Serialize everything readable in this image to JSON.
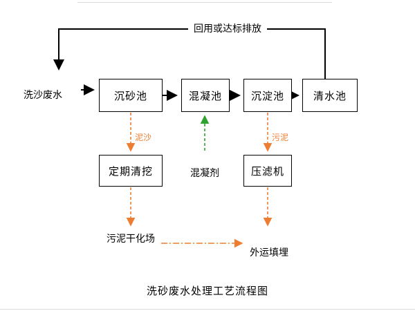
{
  "diagram": {
    "title": "洗砂废水处理工艺流程图",
    "feedback_label": "回用或达标排放",
    "input_label": "洗沙废水",
    "nodes": {
      "grit_chamber": "沉砂池",
      "coagulation_tank": "混凝池",
      "sedimentation_tank": "沉淀池",
      "clear_water_tank": "清水池",
      "periodic_dredging": "定期清挖",
      "filter_press": "压滤机"
    },
    "edge_labels": {
      "sediment": "泥沙",
      "sludge": "污泥",
      "coagulant": "混凝剂"
    },
    "outputs": {
      "sludge_drying_field": "污泥干化场",
      "offsite_landfill": "外运填埋"
    },
    "colors": {
      "orange": "#ed7d31",
      "green": "#2fa12f",
      "line": "#000000"
    }
  }
}
